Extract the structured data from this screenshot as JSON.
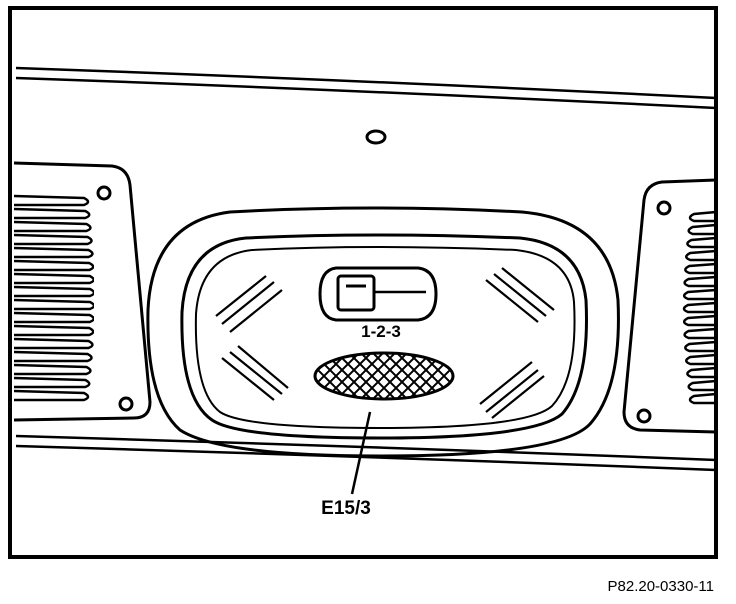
{
  "labels": {
    "switch_positions": "1-2-3",
    "component": "E15/3",
    "figure_ref": "P82.20-0330-11"
  },
  "colors": {
    "line": "#000000",
    "background": "#ffffff"
  }
}
